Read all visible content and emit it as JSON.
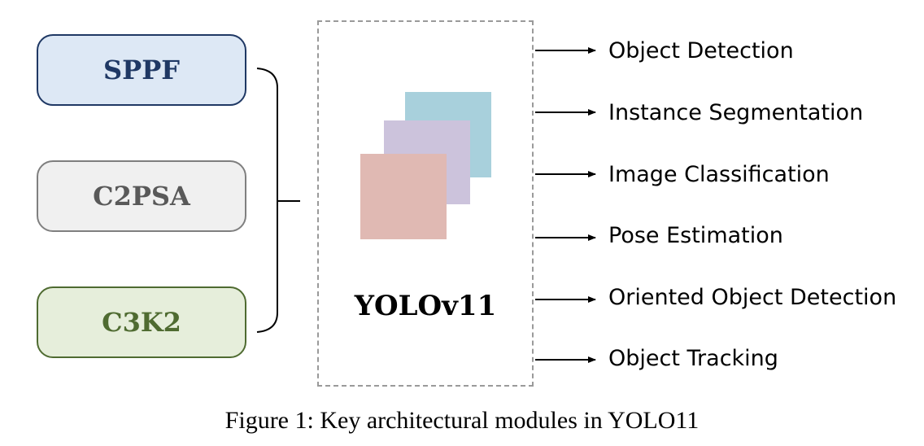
{
  "modules": [
    {
      "label": "SPPF",
      "bg": "#dde8f5",
      "border": "#1f3864",
      "text": "#1f3864"
    },
    {
      "label": "C2PSA",
      "bg": "#f0f0f0",
      "border": "#7f7f7f",
      "text": "#595959"
    },
    {
      "label": "C3K2",
      "bg": "#e6eedb",
      "border": "#4f6b31",
      "text": "#4f6b31"
    }
  ],
  "model": {
    "name": "YOLOv11",
    "layer_colors": [
      "#a8d0dc",
      "#ccc3dc",
      "#e0b9b3"
    ]
  },
  "tasks": [
    "Object Detection",
    "Instance Segmentation",
    "Image Classification",
    "Pose Estimation",
    "Oriented Object Detection",
    "Object Tracking"
  ],
  "caption": "Figure 1: Key architectural modules in YOLO11"
}
